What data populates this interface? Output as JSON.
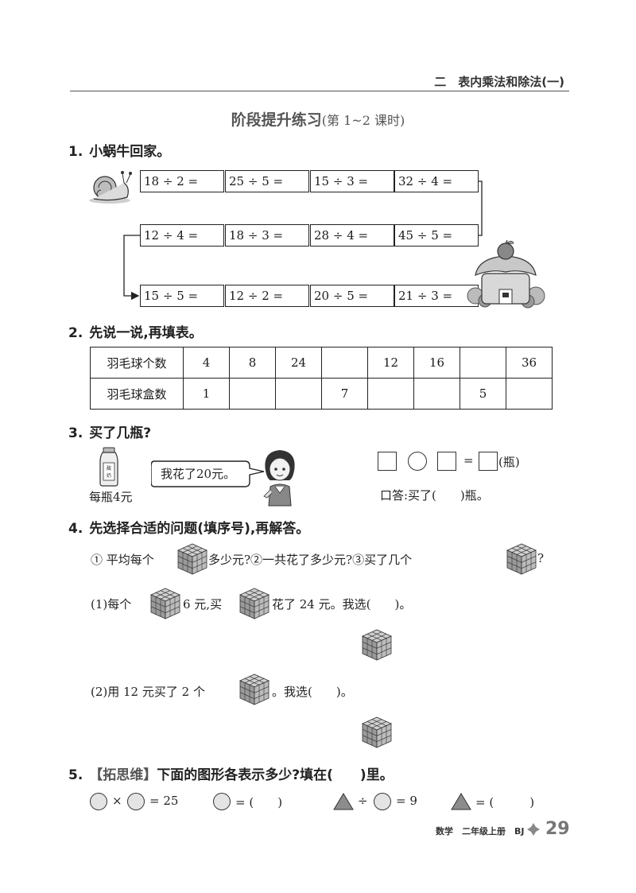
{
  "header": {
    "chapter": "二　表内乘法和除法(一)"
  },
  "section": {
    "title": "阶段提升练习",
    "subtitle": "(第 1~2 课时)"
  },
  "q1": {
    "num": "1.",
    "title": "小蜗牛回家。",
    "row1": [
      "18 ÷ 2 =",
      "25 ÷ 5 =",
      "15 ÷ 3 =",
      "32 ÷ 4 ="
    ],
    "row2": [
      "12 ÷ 4 =",
      "18 ÷ 3 =",
      "28 ÷ 4 =",
      "45 ÷ 5 ="
    ],
    "row3": [
      "15 ÷ 5 =",
      "12 ÷ 2 =",
      "20 ÷ 5 =",
      "21 ÷ 3 ="
    ]
  },
  "q2": {
    "num": "2.",
    "title": "先说一说,再填表。",
    "row_a_label": "羽毛球个数",
    "row_a": [
      "4",
      "8",
      "24",
      "",
      "12",
      "16",
      "",
      "36"
    ],
    "row_b_label": "羽毛球盒数",
    "row_b": [
      "1",
      "",
      "",
      "7",
      "",
      "",
      "5",
      ""
    ]
  },
  "q3": {
    "num": "3.",
    "title": "买了几瓶?",
    "bottle_label": "酸奶",
    "price": "每瓶4元",
    "speech": "我花了20元。",
    "equals": "=",
    "unit": "(瓶)",
    "answer": "口答:买了(　　)瓶。"
  },
  "q4": {
    "num": "4.",
    "title": "先选择合适的问题(填序号),再解答。",
    "opt1_a": "① 平均每个",
    "opt1_b": "多少元?②一共花了多少元?③买了几个",
    "opt1_c": "?",
    "p1_a": "(1)每个",
    "p1_b": "6 元,买",
    "p1_c": "花了 24 元。我选(　　)。",
    "p2_a": "(2)用 12 元买了 2 个",
    "p2_b": "。我选(　　)。"
  },
  "q5": {
    "num": "5.",
    "tag": "【拓思维】",
    "title": "下面的图形各表示多少?填在(　　)里。",
    "e1_op": "×",
    "e1_res": "= 25",
    "e2_res": "= (　　)",
    "e3_op": "÷",
    "e3_res": "= 9",
    "e4_res": "= (　　　)"
  },
  "footer": {
    "book": "数学　二年级上册　BJ",
    "page": "29"
  },
  "colors": {
    "accent": "#333333",
    "tag": "#555555"
  }
}
